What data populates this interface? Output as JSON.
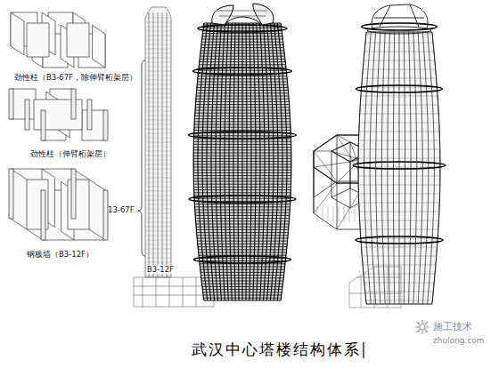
{
  "diagram": {
    "caption": "武汉中心塔楼结构体系",
    "labels": [
      "劲性柱（B3-67F，除伸臂桁架层）",
      "劲性柱（伸臂桁架层）",
      "钢板墙（B3-12F）",
      "13-67F",
      "B3-12F",
      "施工技术",
      "zhulong.com"
    ]
  }
}
